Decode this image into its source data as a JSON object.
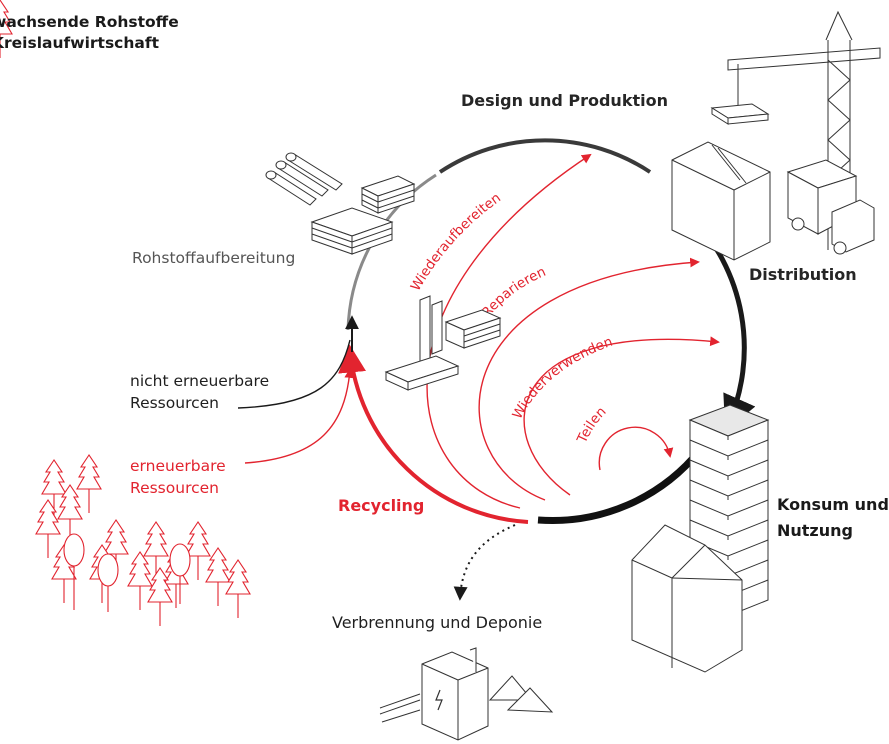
{
  "title_lines": [
    "wachsende Rohstoffe",
    "Kreislaufwirtschaft"
  ],
  "stages": {
    "design": "Design und Produktion",
    "distribution": "Distribution",
    "consumption_lines": [
      "Konsum und",
      "Nutzung"
    ],
    "recycling": "Recycling",
    "raw_material": "Rohstoffaufbereitung",
    "disposal": "Verbrennung und Deponie"
  },
  "resources": {
    "non_renewable_lines": [
      "nicht erneuerbare",
      "Ressourcen"
    ],
    "renewable_lines": [
      "erneuerbare",
      "Ressourcen"
    ]
  },
  "loops": {
    "remanufacture": "Wiederaufbereiten",
    "repair": "Reparieren",
    "reuse": "Wiederverwenden",
    "share": "Teilen"
  },
  "colors": {
    "accent_red": "#e2242f",
    "dark": "#1a1a1a",
    "grey": "#8a8a8a"
  }
}
